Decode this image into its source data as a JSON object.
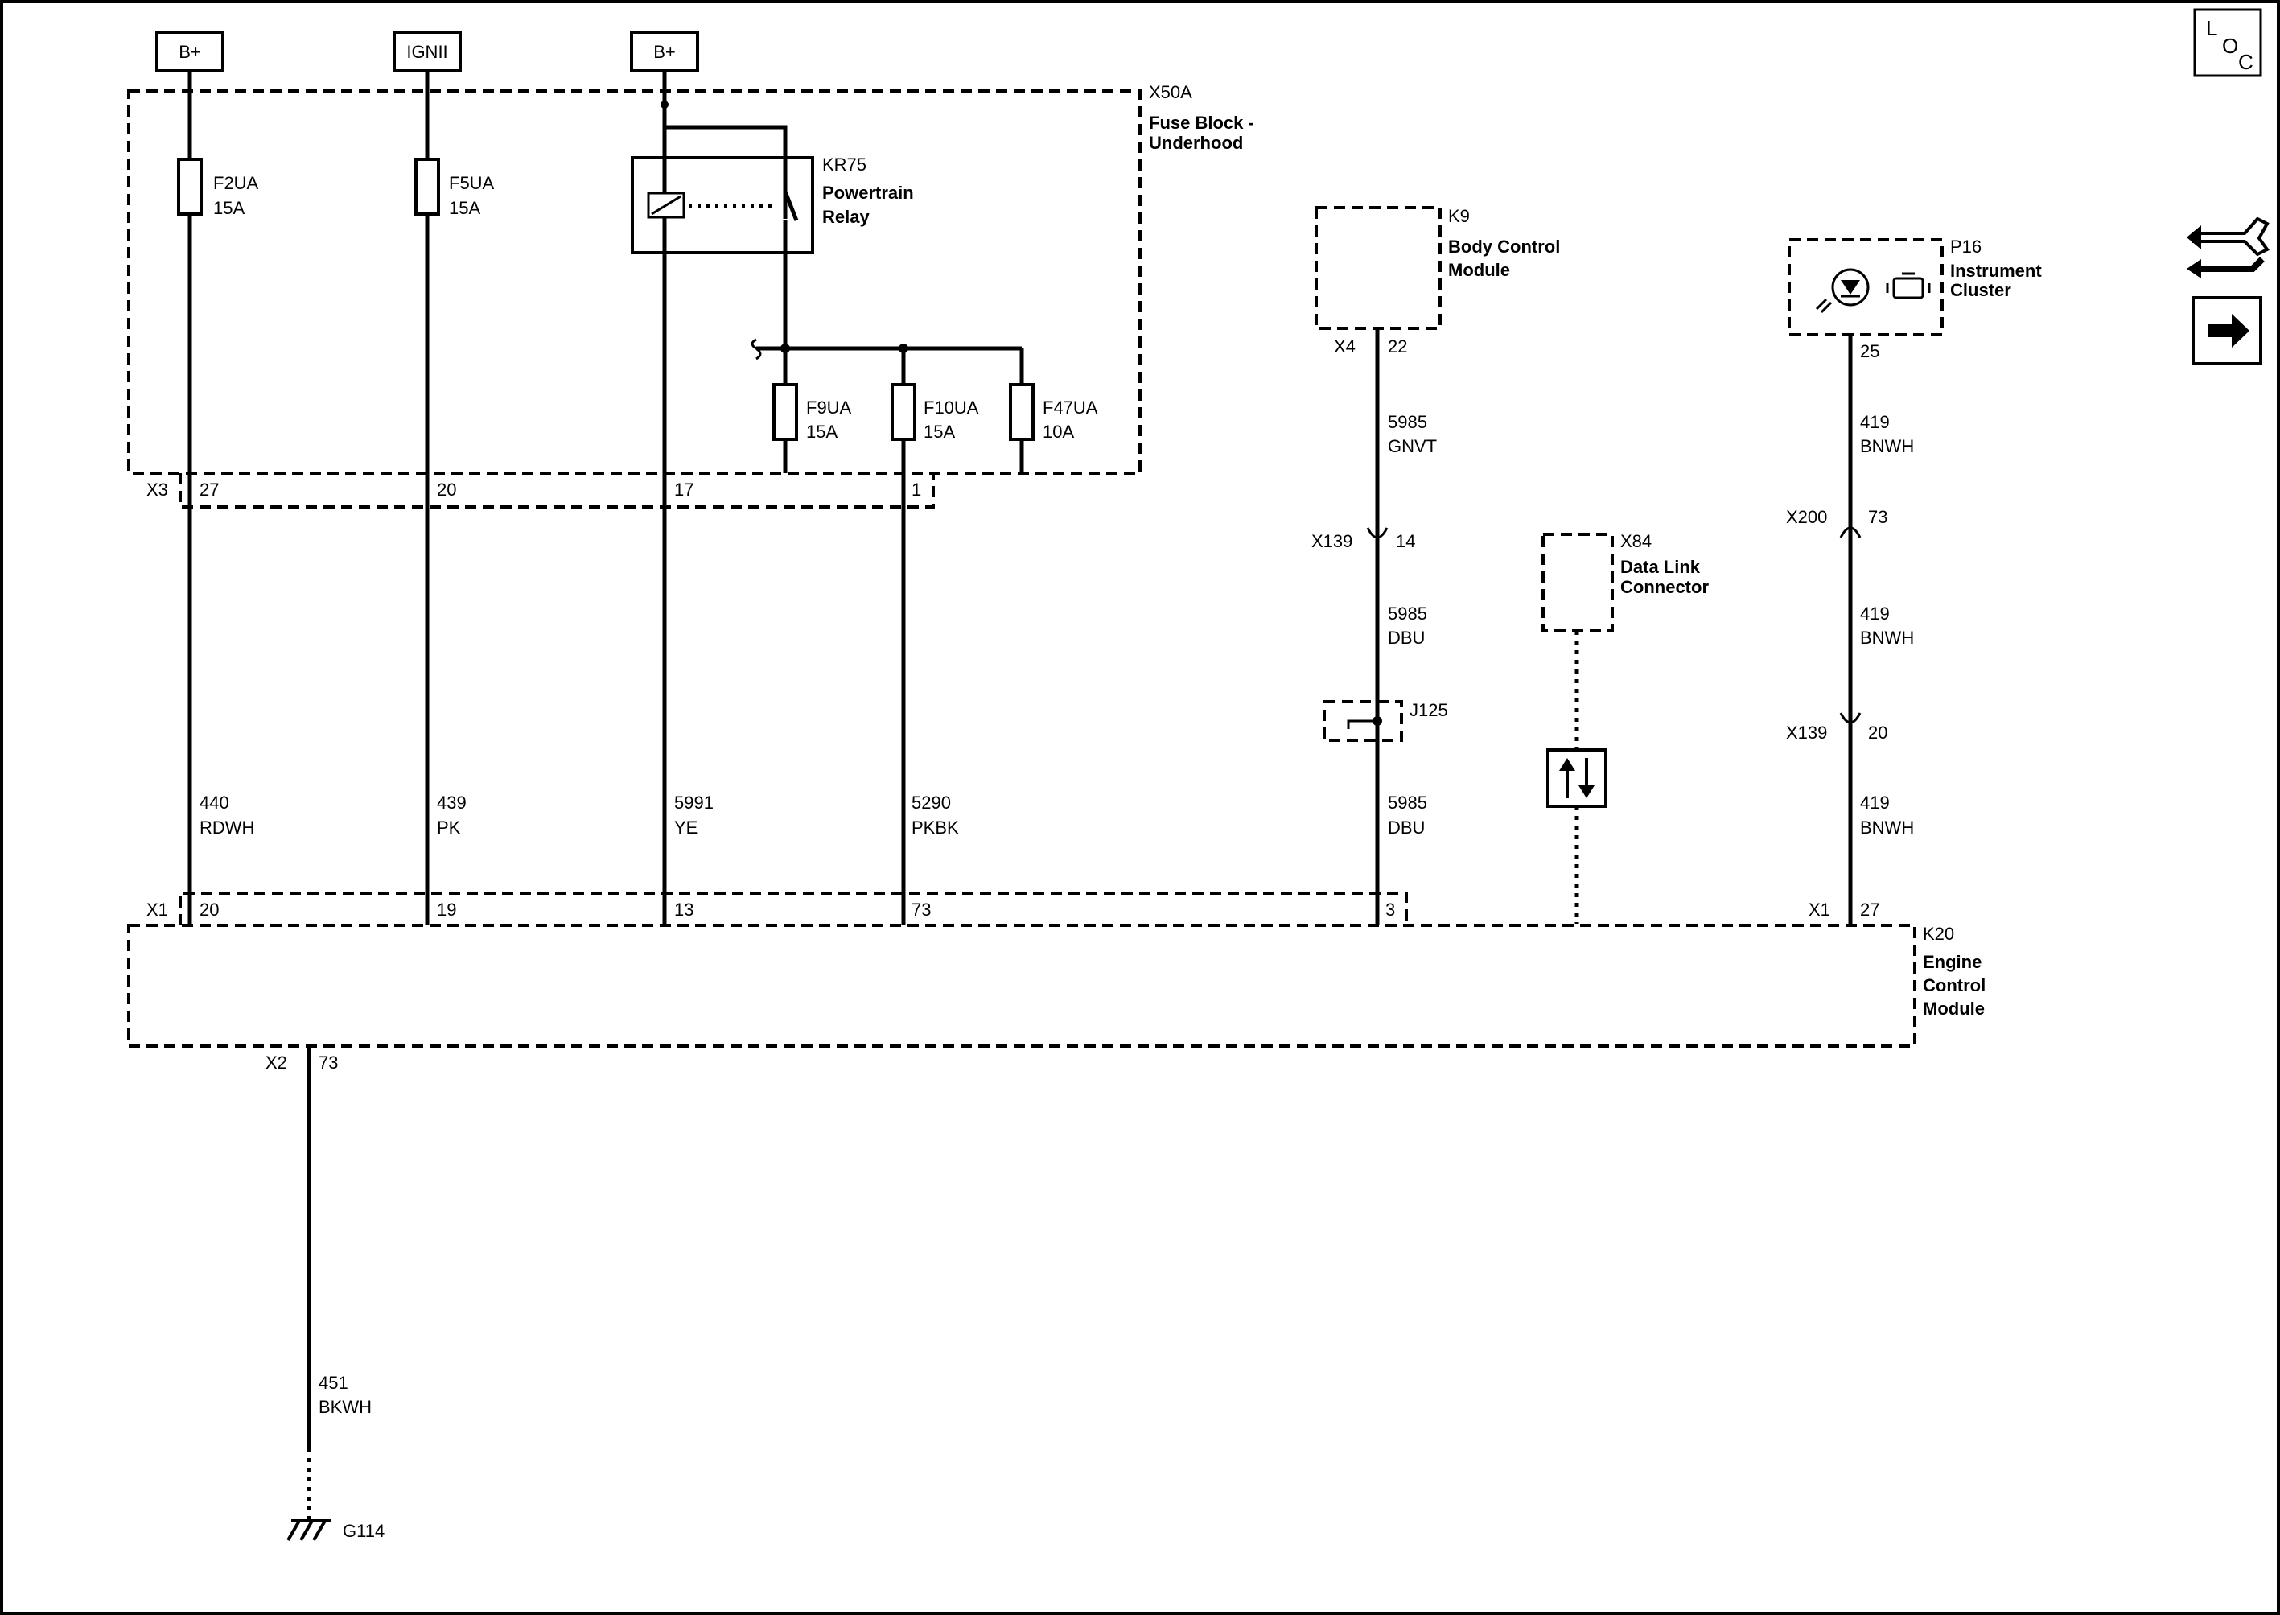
{
  "power_sources": [
    {
      "label": "B+"
    },
    {
      "label": "IGNII"
    },
    {
      "label": "B+"
    }
  ],
  "fuse_block": {
    "id": "X50A",
    "name_line1": "Fuse Block -",
    "name_line2": "Underhood",
    "connector": "X3"
  },
  "fuses": [
    {
      "name": "F2UA",
      "rating": "15A"
    },
    {
      "name": "F5UA",
      "rating": "15A"
    },
    {
      "name": "F9UA",
      "rating": "15A"
    },
    {
      "name": "F10UA",
      "rating": "15A"
    },
    {
      "name": "F47UA",
      "rating": "10A"
    }
  ],
  "relay": {
    "id": "KR75",
    "name_line1": "Powertrain",
    "name_line2": "Relay"
  },
  "x3_pins": [
    "27",
    "20",
    "17",
    "1"
  ],
  "wires": [
    {
      "circuit": "440",
      "color": "RDWH"
    },
    {
      "circuit": "439",
      "color": "PK"
    },
    {
      "circuit": "5991",
      "color": "YE"
    },
    {
      "circuit": "5290",
      "color": "PKBK"
    }
  ],
  "bcm": {
    "id": "K9",
    "name_line1": "Body Control",
    "name_line2": "Module",
    "connector": "X4",
    "pin": "22"
  },
  "bcm_wires": [
    {
      "circuit": "5985",
      "color": "GNVT"
    },
    {
      "circuit": "5985",
      "color": "DBU"
    },
    {
      "circuit": "5985",
      "color": "DBU"
    }
  ],
  "inline_x139_a": {
    "connector": "X139",
    "pin": "14"
  },
  "splice": {
    "id": "J125"
  },
  "dlc": {
    "id": "X84",
    "name_line1": "Data Link",
    "name_line2": "Connector"
  },
  "cluster": {
    "id": "P16",
    "name_line1": "Instrument",
    "name_line2": "Cluster",
    "pin": "25"
  },
  "cluster_wires": [
    {
      "circuit": "419",
      "color": "BNWH"
    },
    {
      "circuit": "419",
      "color": "BNWH"
    },
    {
      "circuit": "419",
      "color": "BNWH"
    }
  ],
  "inline_x200": {
    "connector": "X200",
    "pin": "73"
  },
  "inline_x139_b": {
    "connector": "X139",
    "pin": "20"
  },
  "ecm": {
    "id": "K20",
    "name_line1": "Engine",
    "name_line2": "Control",
    "name_line3": "Module",
    "x1_connector": "X1",
    "x1_pins": [
      "20",
      "19",
      "13",
      "73",
      "3"
    ],
    "x1b_connector": "X1",
    "x1b_pin": "27",
    "x2_connector": "X2",
    "x2_pin": "73"
  },
  "ground_wire": {
    "circuit": "451",
    "color": "BKWH"
  },
  "ground": {
    "id": "G114"
  },
  "loc_icon": {
    "l": "L",
    "o": "O",
    "c": "C"
  },
  "nav_icons": [
    "component-connector-icon",
    "next-arrow-icon"
  ]
}
